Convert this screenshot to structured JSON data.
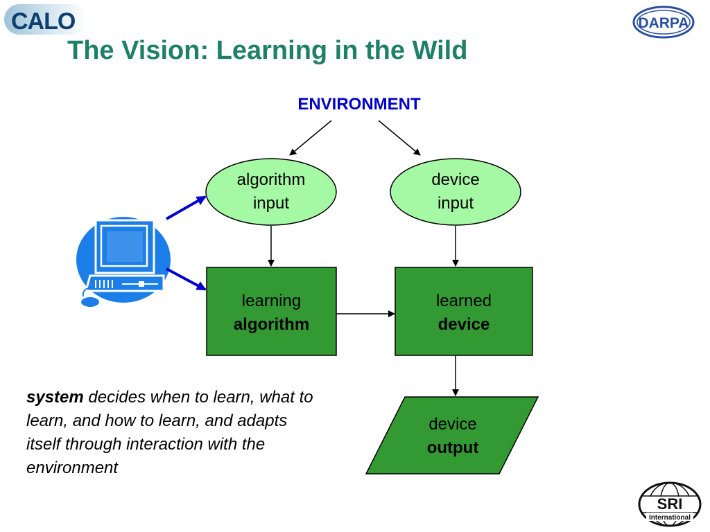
{
  "logos": {
    "calo": "CALO",
    "darpa": "DARPA",
    "sri_main": "SRI",
    "sri_sub": "International"
  },
  "title": "The Vision: Learning in the Wild",
  "diagram": {
    "environment": "ENVIRONMENT",
    "algorithm_input": {
      "line1": "algorithm",
      "line2": "input"
    },
    "device_input": {
      "line1": "device",
      "line2": "input"
    },
    "learning_algorithm": {
      "line1": "learning",
      "line2": "algorithm"
    },
    "learned_device": {
      "line1": "learned",
      "line2": "device"
    },
    "device_output": {
      "line1": "device",
      "line2": "output"
    }
  },
  "caption": {
    "keyword": "system",
    "text": " decides when to learn, what to learn, and how to learn, and adapts itself through interaction with the environment"
  },
  "colors": {
    "title": "#1f8068",
    "environment": "#0000cc",
    "ellipse_fill": "#a6f9a4",
    "box_fill": "#339933",
    "computer_blue": "#1c7ee8",
    "blue_arrow": "#0000cc"
  },
  "icons": [
    "computer-icon"
  ]
}
